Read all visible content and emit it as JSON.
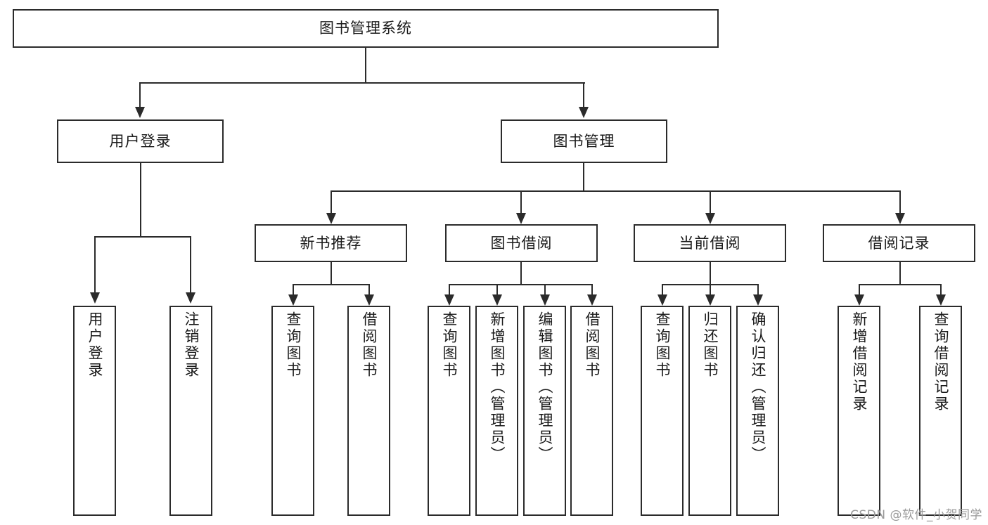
{
  "diagram": {
    "type": "tree-hierarchy",
    "title": "图书管理系统",
    "root": {
      "label": "图书管理系统"
    },
    "level2": [
      {
        "id": "user-login",
        "label": "用户登录"
      },
      {
        "id": "book-manage",
        "label": "图书管理"
      }
    ],
    "level3": [
      {
        "id": "new-book-rec",
        "label": "新书推荐",
        "parent": "book-manage"
      },
      {
        "id": "book-borrow",
        "label": "图书借阅",
        "parent": "book-manage"
      },
      {
        "id": "current-borrow",
        "label": "当前借阅",
        "parent": "book-manage"
      },
      {
        "id": "borrow-record",
        "label": "借阅记录",
        "parent": "book-manage"
      }
    ],
    "leaves": {
      "user_login": [
        {
          "id": "leaf-user-login",
          "label": "用户登录"
        },
        {
          "id": "leaf-logout",
          "label": "注销登录"
        }
      ],
      "new_book_rec": [
        {
          "id": "leaf-query-book-1",
          "label": "查询图书"
        },
        {
          "id": "leaf-borrow-book-1",
          "label": "借阅图书"
        }
      ],
      "book_borrow": [
        {
          "id": "leaf-query-book-2",
          "label": "查询图书"
        },
        {
          "id": "leaf-add-book",
          "label": "新增图书（管理员）"
        },
        {
          "id": "leaf-edit-book",
          "label": "编辑图书（管理员）"
        },
        {
          "id": "leaf-borrow-book-2",
          "label": "借阅图书"
        }
      ],
      "current_borrow": [
        {
          "id": "leaf-query-book-3",
          "label": "查询图书"
        },
        {
          "id": "leaf-return-book",
          "label": "归还图书"
        },
        {
          "id": "leaf-confirm-return",
          "label": "确认归还（管理员）"
        }
      ],
      "borrow_record": [
        {
          "id": "leaf-add-record",
          "label": "新增借阅记录"
        },
        {
          "id": "leaf-query-record",
          "label": "查询借阅记录"
        }
      ]
    }
  },
  "watermark": {
    "text": "CSDN @软件_小贺同学"
  },
  "colors": {
    "stroke": "#2b2b2b",
    "background": "#ffffff",
    "text": "#1a1a1a",
    "watermark": "#9a9a9a"
  }
}
